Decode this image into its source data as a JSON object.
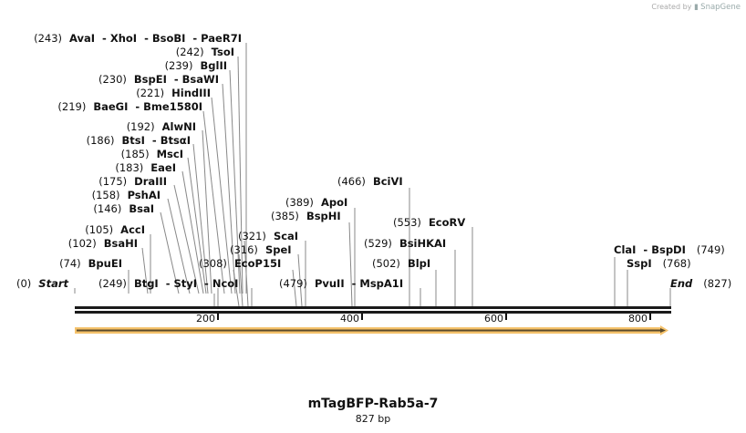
{
  "credit": {
    "prefix": "Created by",
    "brand": "SnapGene"
  },
  "title": "mTagBFP-Rab5a-7",
  "length_label": "827 bp",
  "sequence": {
    "length": 827,
    "start_label": "Start",
    "end_label": "End",
    "start_pos": "(0)",
    "end_pos": "(827)"
  },
  "ticks": [
    "200",
    "400",
    "600",
    "800"
  ],
  "feature": {
    "color": "#f5c26b",
    "outline": "#5a4a2a",
    "direction": "forward"
  },
  "sites": [
    {
      "pos": "(243)",
      "names": "AvaI  - XhoI  - BsoBI  - PaeR7I"
    },
    {
      "pos": "(242)",
      "names": "TsoI"
    },
    {
      "pos": "(239)",
      "names": "BglII"
    },
    {
      "pos": "(230)",
      "names": "BspEI  - BsaWI"
    },
    {
      "pos": "(221)",
      "names": "HindIII"
    },
    {
      "pos": "(219)",
      "names": "BaeGI  - Bme1580I"
    },
    {
      "pos": "(192)",
      "names": "AlwNI"
    },
    {
      "pos": "(186)",
      "names": "BtsI  - BtsαI"
    },
    {
      "pos": "(185)",
      "names": "MscI"
    },
    {
      "pos": "(183)",
      "names": "EaeI"
    },
    {
      "pos": "(175)",
      "names": "DraIII"
    },
    {
      "pos": "(158)",
      "names": "PshAI"
    },
    {
      "pos": "(146)",
      "names": "BsaI"
    },
    {
      "pos": "(105)",
      "names": "AccI"
    },
    {
      "pos": "(102)",
      "names": "BsaHI"
    },
    {
      "pos": "(74)",
      "names": "BpuEI"
    },
    {
      "pos": "(249)",
      "names": "BtgI  - StyI  - NcoI"
    },
    {
      "pos": "(321)",
      "names": "ScaI"
    },
    {
      "pos": "(316)",
      "names": "SpeI"
    },
    {
      "pos": "(308)",
      "names": "EcoP15I"
    },
    {
      "pos": "(479)",
      "names": "PvuII  - MspA1I"
    },
    {
      "pos": "(466)",
      "names": "BciVI"
    },
    {
      "pos": "(389)",
      "names": "ApoI"
    },
    {
      "pos": "(385)",
      "names": "BspHI"
    },
    {
      "pos": "(553)",
      "names": "EcoRV"
    },
    {
      "pos": "(529)",
      "names": "BsiHKAI"
    },
    {
      "pos": "(502)",
      "names": "BlpI"
    },
    {
      "pos": "(749)",
      "names": "ClaI  - BspDI"
    },
    {
      "pos": "(768)",
      "names": "SspI"
    }
  ]
}
